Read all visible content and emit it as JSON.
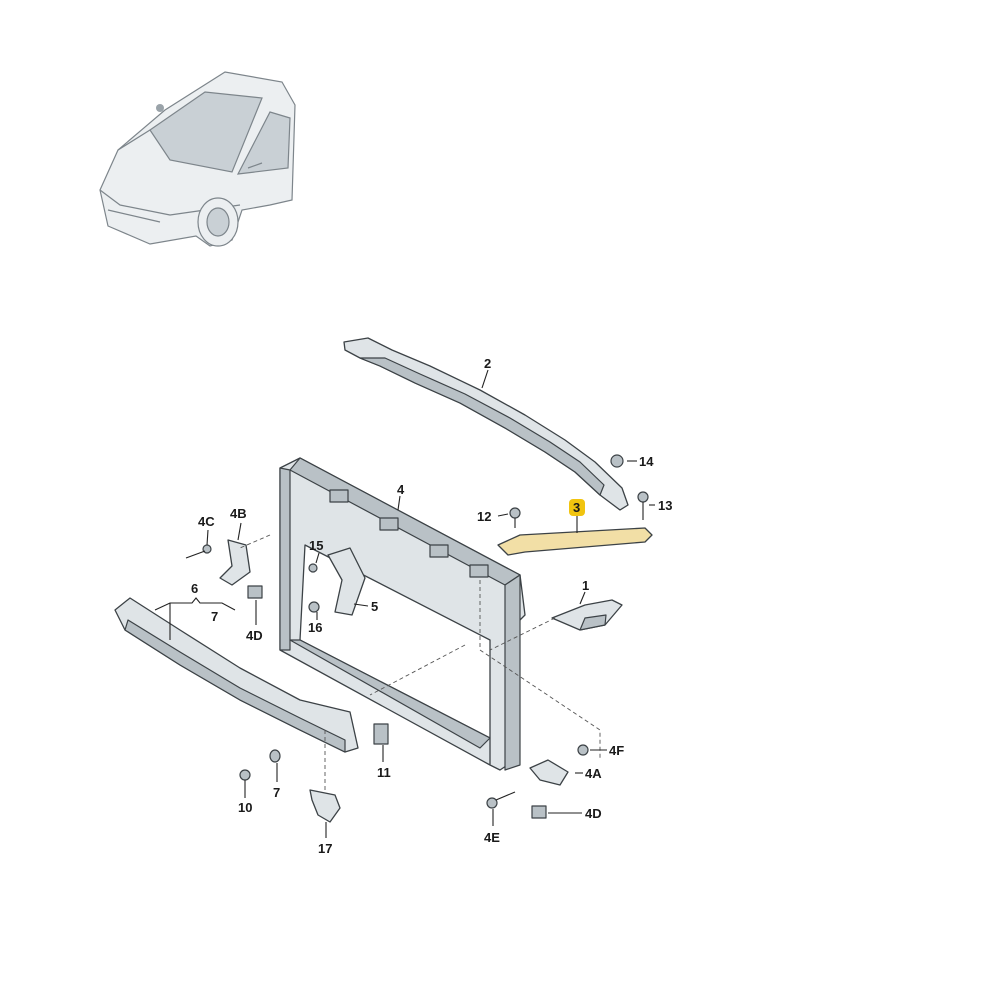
{
  "callouts": {
    "c1": "1",
    "c2": "2",
    "c3": "3",
    "c4": "4",
    "c4A": "4A",
    "c4B": "4B",
    "c4C": "4C",
    "c4D_left": "4D",
    "c4D_right": "4D",
    "c4E": "4E",
    "c4F": "4F",
    "c5": "5",
    "c6": "6",
    "c7_top": "7",
    "c7_bottom": "7",
    "c10": "10",
    "c11": "11",
    "c12": "12",
    "c13": "13",
    "c14": "14",
    "c15": "15",
    "c16": "16",
    "c17": "17"
  },
  "highlight": {
    "callout": "3",
    "badge_color": "#f1c40f",
    "part_color": "#f2dfa6"
  }
}
